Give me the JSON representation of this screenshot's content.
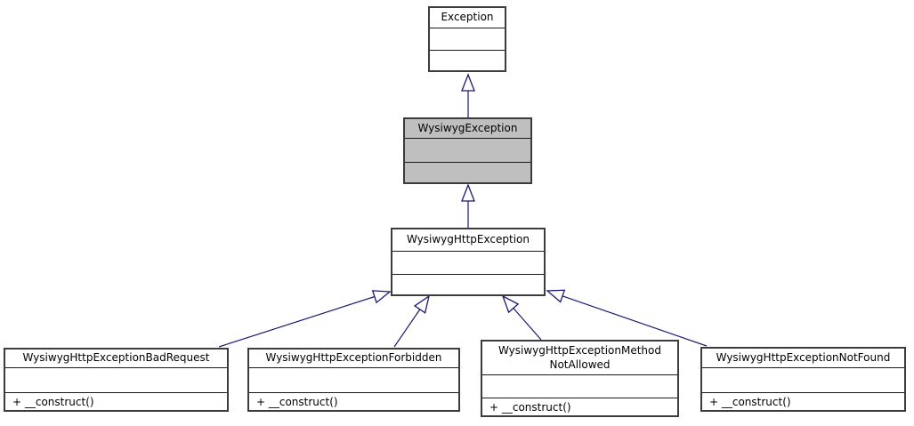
{
  "diagram": {
    "type": "uml-class-inheritance",
    "colors": {
      "edge": "#191970",
      "node_border": "#3c3c3c",
      "highlight_fill": "#bfbfbf",
      "node_fill": "#ffffff",
      "text": "#000000"
    },
    "nodes": [
      {
        "id": "exception",
        "label": "Exception",
        "highlighted": false,
        "methods": ""
      },
      {
        "id": "wysiwyg_exception",
        "label": "WysiwygException",
        "highlighted": true,
        "methods": ""
      },
      {
        "id": "wysiwyg_http_exception",
        "label": "WysiwygHttpException",
        "highlighted": false,
        "methods": ""
      },
      {
        "id": "bad_request",
        "label": "WysiwygHttpExceptionBadRequest",
        "highlighted": false,
        "methods": "+ __construct()"
      },
      {
        "id": "forbidden",
        "label": "WysiwygHttpExceptionForbidden",
        "highlighted": false,
        "methods": "+ __construct()"
      },
      {
        "id": "method_not_allowed",
        "label": "WysiwygHttpExceptionMethod\nNotAllowed",
        "highlighted": false,
        "methods": "+ __construct()"
      },
      {
        "id": "not_found",
        "label": "WysiwygHttpExceptionNotFound",
        "highlighted": false,
        "methods": "+ __construct()"
      }
    ],
    "edges": [
      {
        "from": "WysiwygException",
        "to": "Exception",
        "kind": "inheritance"
      },
      {
        "from": "WysiwygHttpException",
        "to": "WysiwygException",
        "kind": "inheritance"
      },
      {
        "from": "WysiwygHttpExceptionBadRequest",
        "to": "WysiwygHttpException",
        "kind": "inheritance"
      },
      {
        "from": "WysiwygHttpExceptionForbidden",
        "to": "WysiwygHttpException",
        "kind": "inheritance"
      },
      {
        "from": "WysiwygHttpExceptionMethodNotAllowed",
        "to": "WysiwygHttpException",
        "kind": "inheritance"
      },
      {
        "from": "WysiwygHttpExceptionNotFound",
        "to": "WysiwygHttpException",
        "kind": "inheritance"
      }
    ]
  }
}
